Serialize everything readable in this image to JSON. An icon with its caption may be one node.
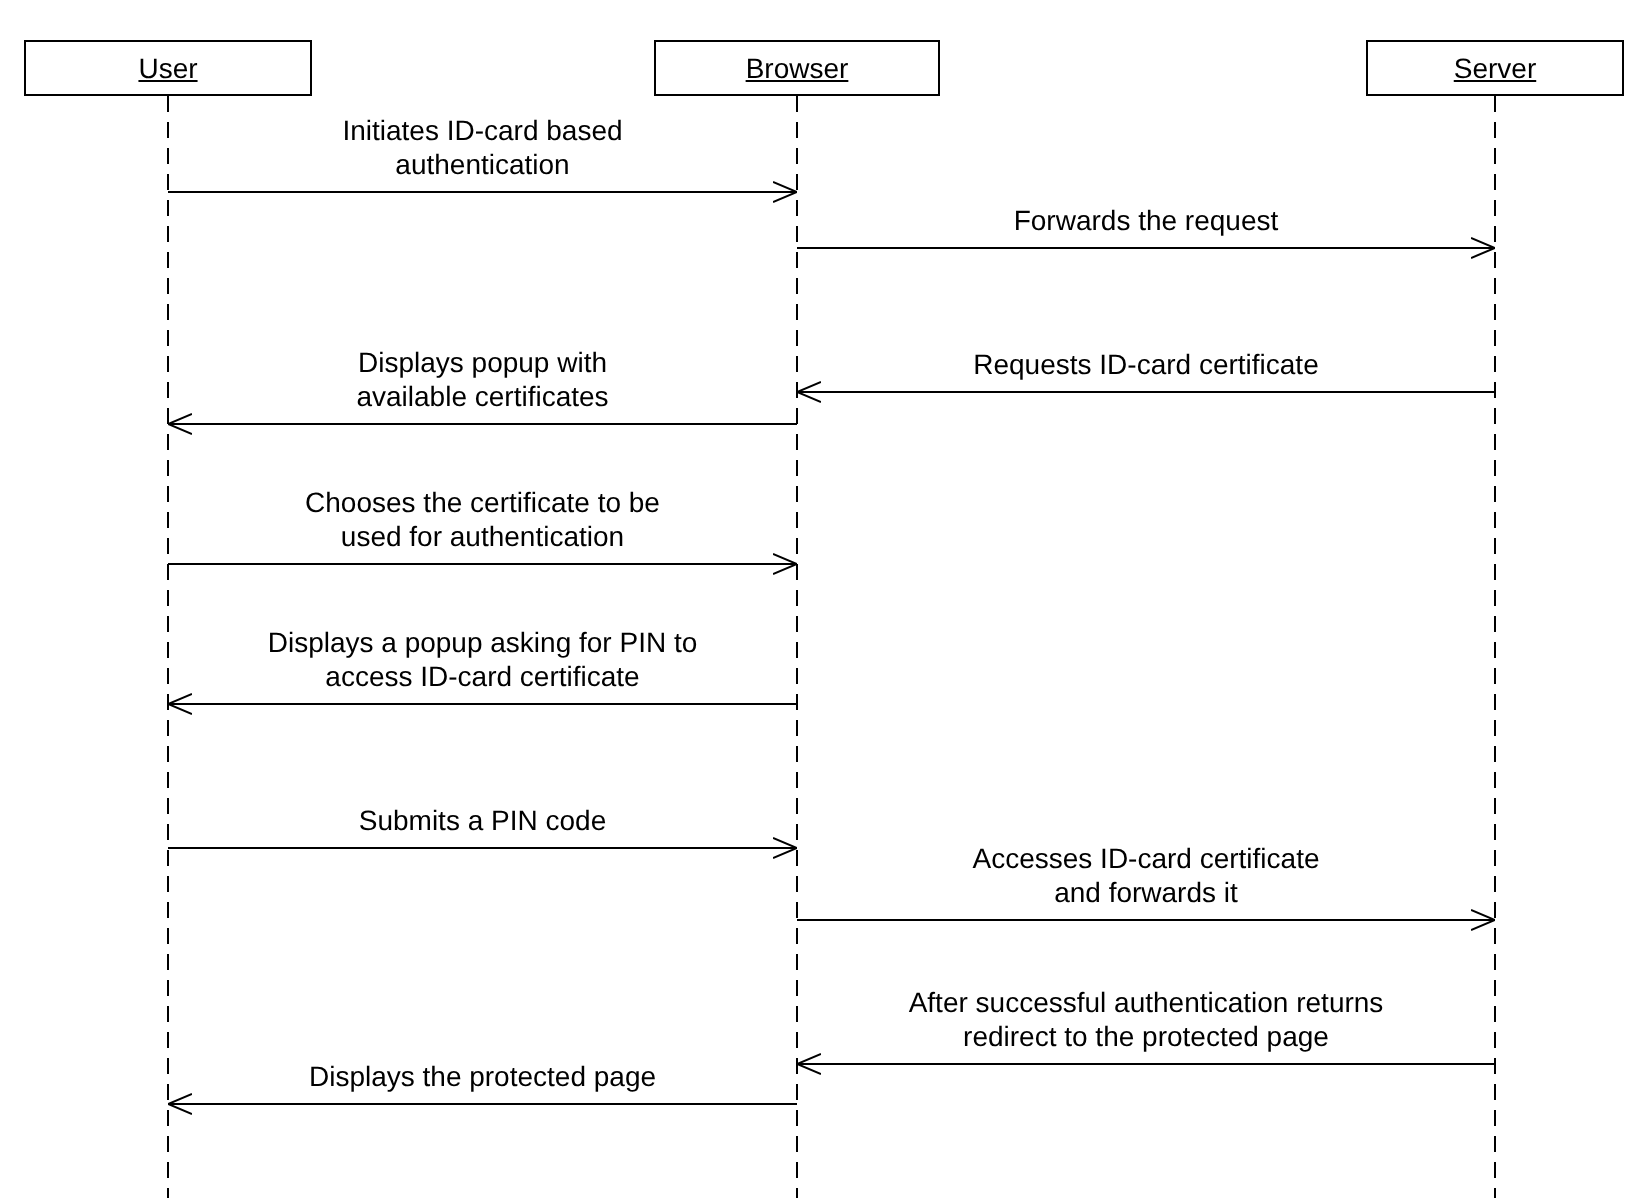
{
  "diagram": {
    "nodes": [
      {
        "text": [
          "User"
        ]
      },
      {
        "text": [
          "Browser"
        ]
      },
      {
        "text": [
          "Server"
        ]
      }
    ],
    "edges": [
      {
        "from": 0,
        "to": 1,
        "arrow": "to",
        "label": "Initiates ID-card based authentication"
      },
      {
        "from": 1,
        "to": 2,
        "arrow": "to",
        "label": "Forwards the request"
      },
      {
        "from": 2,
        "to": 1,
        "arrow": "to",
        "label": "Requests ID-card certificate"
      },
      {
        "from": 1,
        "to": 0,
        "arrow": "to",
        "label": "Displays popup with available certificates"
      },
      {
        "from": 0,
        "to": 1,
        "arrow": "to",
        "label": "Chooses the certificate to be used for authentication"
      },
      {
        "from": 1,
        "to": 0,
        "arrow": "to",
        "label": "Displays a popup asking for PIN to access ID-card certificate"
      },
      {
        "from": 0,
        "to": 1,
        "arrow": "to",
        "label": "Submits a PIN code"
      },
      {
        "from": 1,
        "to": 2,
        "arrow": "to",
        "label": "Accesses ID-card certificate and forwards it"
      },
      {
        "from": 2,
        "to": 1,
        "arrow": "to",
        "label": "After successful authentication returns redirect to the protected page"
      },
      {
        "from": 1,
        "to": 0,
        "arrow": "to",
        "label": "Displays the protected page"
      }
    ]
  }
}
